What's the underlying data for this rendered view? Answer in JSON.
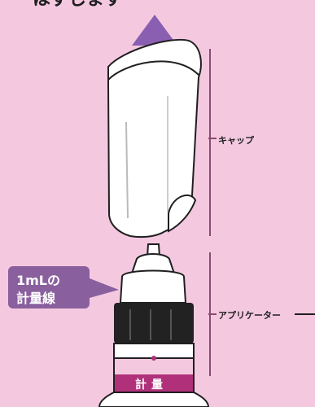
{
  "top_caption": "はずします",
  "labels": {
    "cap": "キャップ",
    "applicator": "アプリケーター",
    "callout_line1": "1mLの",
    "callout_line2": "計量線",
    "bottle_band": "計量"
  },
  "colors": {
    "background": "#f4c9e0",
    "arrow": "#8a5fb2",
    "callout": "#8a5f9e",
    "band": "#b0307a",
    "bracket": "#8a4a6f",
    "cap_body": "#ffffff",
    "collar": "#222222"
  },
  "icons": {
    "arrow": "up-arrow-icon"
  }
}
